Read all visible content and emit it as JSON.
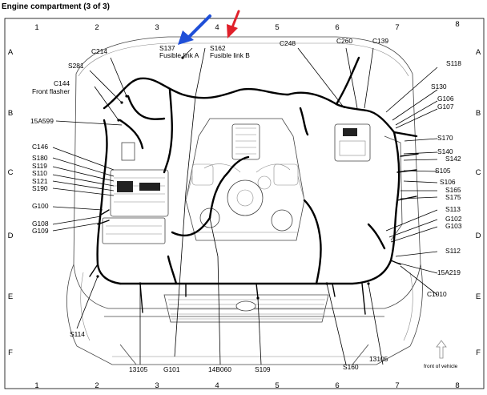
{
  "title": "Engine compartment (3 of 3)",
  "columns": [
    "1",
    "2",
    "3",
    "4",
    "5",
    "6",
    "7",
    "8"
  ],
  "rows": [
    "A",
    "B",
    "C",
    "D",
    "E",
    "F"
  ],
  "front_label": "front of vehicle",
  "colors": {
    "blue_arrow": "#1f4fd8",
    "red_arrow": "#e0202a"
  },
  "labels": {
    "s137": "S137",
    "fusible_a": "Fusible link A",
    "s162": "S162",
    "fusible_b": "Fusible link B",
    "c214": "C214",
    "s281": "S281",
    "c144": "C144",
    "front_flasher": "Front flasher",
    "a599": "15A599",
    "c146": "C146",
    "s180": "S180",
    "s119": "S119",
    "s110": "S110",
    "s121": "S121",
    "s190": "S190",
    "g100": "G100",
    "g108": "G108",
    "g109": "G109",
    "s114": "S114",
    "c248": "C248",
    "c260": "C260",
    "c139": "C139",
    "s118": "S118",
    "s130": "S130",
    "g106": "G106",
    "g107": "G107",
    "s170": "S170",
    "s140": "S140",
    "s142": "S142",
    "s105": "S105",
    "s106": "S106",
    "s165": "S165",
    "s175": "S175",
    "s113": "S113",
    "g102": "G102",
    "g103": "G103",
    "s112": "S112",
    "a219": "15A219",
    "c1010": "C1010",
    "n13105a": "13105",
    "g101": "G101",
    "b060": "14B060",
    "s109": "S109",
    "s160": "S160",
    "n13105b": "13105"
  }
}
